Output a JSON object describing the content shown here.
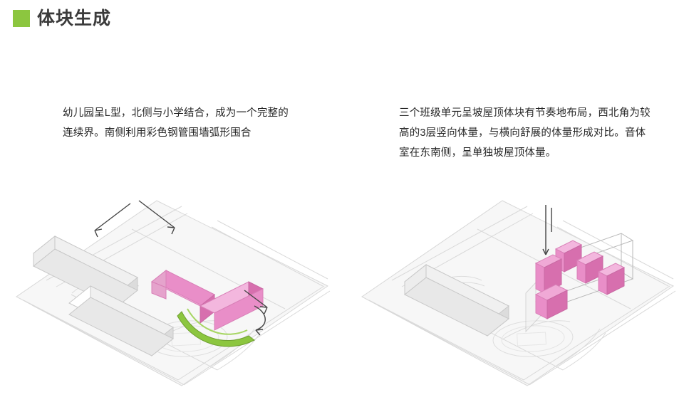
{
  "header": {
    "title": "体块生成",
    "marker_color": "#8cc63f",
    "title_color": "#3b3b3b"
  },
  "captions": {
    "left": "幼儿园呈L型，北侧与小学结合，成为一个完整的连续界。南侧利用彩色钢管围墙弧形围合",
    "right": "三个班级单元呈坡屋顶体块有节奏地布局，西北角为较高的3层竖向体量，与横向舒展的体量形成对比。音体室在东南侧，呈单独坡屋顶体量。"
  },
  "diagrams": {
    "left": {
      "name": "massing-step-1",
      "highlight_color": "#e98ec8",
      "accent_color": "#8cc63f",
      "base_color": "#e8e8e8",
      "outline_color": "#bdbdbd"
    },
    "right": {
      "name": "massing-step-2",
      "highlight_color": "#e98ec8",
      "accent_color": "#8cc63f",
      "base_color": "#e8e8e8",
      "outline_color": "#bdbdbd"
    }
  }
}
